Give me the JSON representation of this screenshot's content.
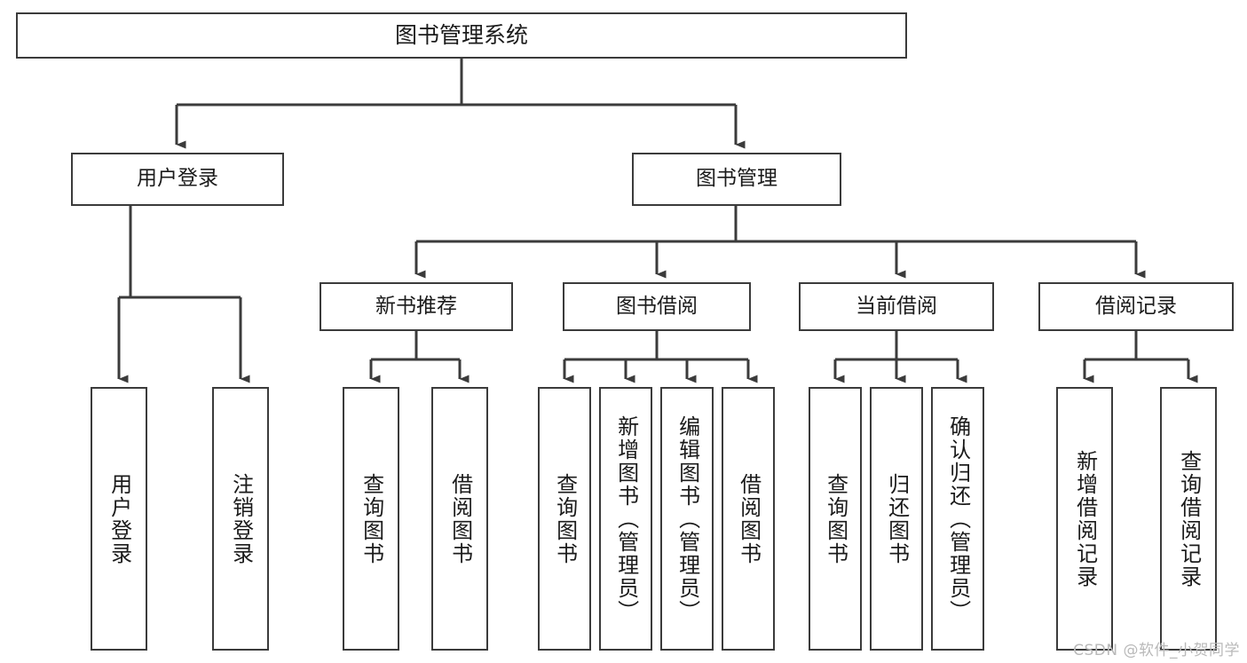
{
  "diagram": {
    "title": "图书管理系统",
    "type": "hierarchy-tree",
    "watermark": "CSDN @软件_小贺同学",
    "colors": {
      "stroke": "#3b3b3b",
      "fill": "#ffffff",
      "text": "#1b1b1b",
      "watermark": "#b9b9b9"
    },
    "nodes": {
      "root": {
        "label": "图书管理系统",
        "level": 1
      },
      "user_login": {
        "label": "用户登录",
        "level": 2
      },
      "book_manage": {
        "label": "图书管理",
        "level": 2
      },
      "new_book_rec": {
        "label": "新书推荐",
        "level": 3
      },
      "book_borrow": {
        "label": "图书借阅",
        "level": 3
      },
      "current_borrow": {
        "label": "当前借阅",
        "level": 3
      },
      "borrow_record": {
        "label": "借阅记录",
        "level": 3
      },
      "leaf_user_login": {
        "label": "用户登录",
        "level": 4
      },
      "leaf_logout": {
        "label": "注销登录",
        "level": 4
      },
      "leaf_query_book_1": {
        "label": "查询图书",
        "level": 4
      },
      "leaf_borrow_book_1": {
        "label": "借阅图书",
        "level": 4
      },
      "leaf_query_book_2": {
        "label": "查询图书",
        "level": 4
      },
      "leaf_add_book": {
        "label": "新增图书（管理员）",
        "level": 4
      },
      "leaf_edit_book": {
        "label": "编辑图书（管理员）",
        "level": 4
      },
      "leaf_borrow_book_2": {
        "label": "借阅图书",
        "level": 4
      },
      "leaf_query_book_3": {
        "label": "查询图书",
        "level": 4
      },
      "leaf_return_book": {
        "label": "归还图书",
        "level": 4
      },
      "leaf_confirm_return": {
        "label": "确认归还（管理员）",
        "level": 4
      },
      "leaf_add_record": {
        "label": "新增借阅记录",
        "level": 4
      },
      "leaf_query_record": {
        "label": "查询借阅记录",
        "level": 4
      }
    },
    "edges": [
      {
        "from": "root",
        "to": "user_login"
      },
      {
        "from": "root",
        "to": "book_manage"
      },
      {
        "from": "user_login",
        "to": "leaf_user_login"
      },
      {
        "from": "user_login",
        "to": "leaf_logout"
      },
      {
        "from": "book_manage",
        "to": "new_book_rec"
      },
      {
        "from": "book_manage",
        "to": "book_borrow"
      },
      {
        "from": "book_manage",
        "to": "current_borrow"
      },
      {
        "from": "book_manage",
        "to": "borrow_record"
      },
      {
        "from": "new_book_rec",
        "to": "leaf_query_book_1"
      },
      {
        "from": "new_book_rec",
        "to": "leaf_borrow_book_1"
      },
      {
        "from": "book_borrow",
        "to": "leaf_query_book_2"
      },
      {
        "from": "book_borrow",
        "to": "leaf_add_book"
      },
      {
        "from": "book_borrow",
        "to": "leaf_edit_book"
      },
      {
        "from": "book_borrow",
        "to": "leaf_borrow_book_2"
      },
      {
        "from": "current_borrow",
        "to": "leaf_query_book_3"
      },
      {
        "from": "current_borrow",
        "to": "leaf_return_book"
      },
      {
        "from": "current_borrow",
        "to": "leaf_confirm_return"
      },
      {
        "from": "borrow_record",
        "to": "leaf_add_record"
      },
      {
        "from": "borrow_record",
        "to": "leaf_query_record"
      }
    ]
  }
}
